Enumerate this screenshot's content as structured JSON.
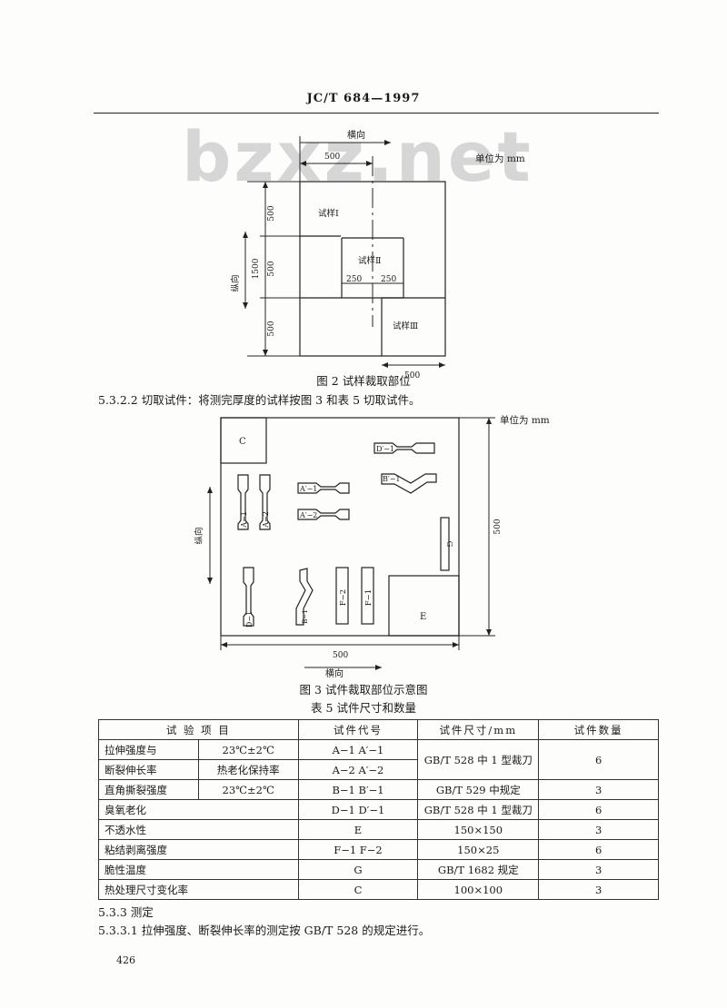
{
  "header": "JC/T 684—1997",
  "watermark": "bzxz.net",
  "fig2": {
    "caption": "图 2   试样裁取部位",
    "unit": "单位为 mm",
    "horizontal_label": "横向",
    "vertical_label": "纵向",
    "dim_top": "500",
    "dim_bottom": "500",
    "dim_total_height": "1500",
    "dim_segments": [
      "500",
      "500",
      "500"
    ],
    "dim_half_left": "250",
    "dim_half_right": "250",
    "samples": [
      "试样Ⅰ",
      "试样Ⅱ",
      "试样Ⅲ"
    ]
  },
  "section_5322": "5.3.2.2   切取试件：将测完厚度的试样按图 3 和表 5 切取试件。",
  "fig3": {
    "caption": "图 3   试件裁取部位示意图",
    "unit": "单位为 mm",
    "horizontal_label": "横向",
    "vertical_label": "纵向",
    "dim_width": "500",
    "dim_height": "500",
    "labels": {
      "c": "C",
      "e": "E",
      "g": "G",
      "a1": "A−1",
      "a2": "A−2",
      "a1p": "A′−1",
      "a2p": "A′−2",
      "b1": "B−1",
      "b1p": "B′−1",
      "d1": "D−1",
      "d1p": "D′−1",
      "f1": "F−1",
      "f2": "F−2"
    }
  },
  "table5": {
    "caption": "表 5   试件尺寸和数量",
    "headers": [
      "试 验 项 目",
      "试件代号",
      "试件尺寸/mm",
      "试件数量"
    ],
    "rows": [
      {
        "item": "拉伸强度与",
        "cond": "23℃±2℃",
        "code": "A−1   A′−1",
        "size": "GB/T 528 中 1 型裁刀",
        "qty": "6"
      },
      {
        "item": "断裂伸长率",
        "cond": "热老化保持率",
        "code": "A−2   A′−2"
      },
      {
        "item": "直角撕裂强度",
        "cond": "23℃±2℃",
        "code": "B−1   B′−1",
        "size": "GB/T 529 中规定",
        "qty": "3"
      },
      {
        "item": "臭氧老化",
        "code": "D−1   D′−1",
        "size": "GB/T 528 中 1 型裁刀",
        "qty": "6"
      },
      {
        "item": "不透水性",
        "code": "E",
        "size": "150×150",
        "qty": "3"
      },
      {
        "item": "粘结剥离强度",
        "code": "F−1   F−2",
        "size": "150×25",
        "qty": "6"
      },
      {
        "item": "脆性温度",
        "code": "G",
        "size": "GB/T 1682 规定",
        "qty": "3"
      },
      {
        "item": "热处理尺寸变化率",
        "code": "C",
        "size": "100×100",
        "qty": "3"
      }
    ]
  },
  "section_533": "5.3.3   测定",
  "section_5331": "5.3.3.1   拉伸强度、断裂伸长率的测定按 GB/T 528 的规定进行。",
  "page_number": "426"
}
